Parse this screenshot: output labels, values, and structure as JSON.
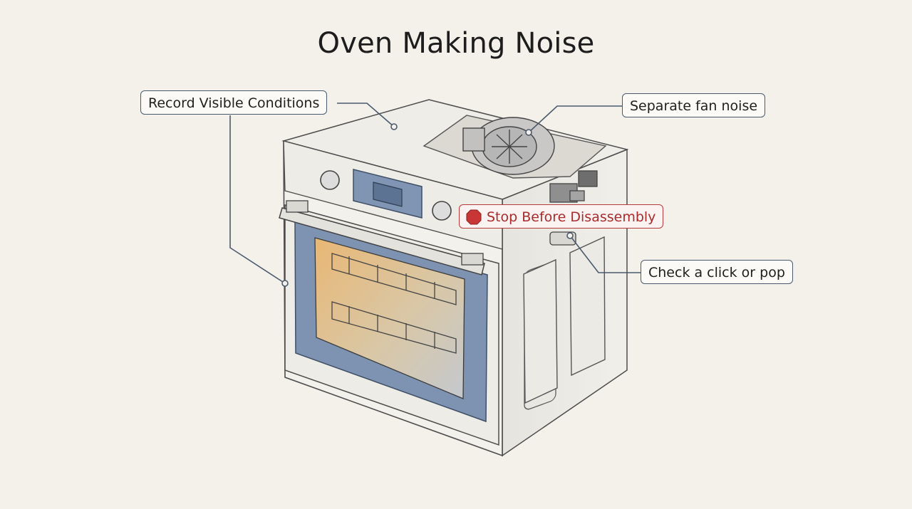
{
  "title": "Oven Making Noise",
  "callouts": {
    "record": "Record Visible Conditions",
    "fan": "Separate fan noise",
    "stop": "Stop Before Disassembly",
    "click": "Check a click or pop"
  },
  "colors": {
    "outline": "#4a5a6e",
    "warning": "#b53a3a",
    "glass": "#6f86a8",
    "oven_glow": "#e9b774"
  },
  "icons": {
    "stop": "stop-sign-icon"
  }
}
